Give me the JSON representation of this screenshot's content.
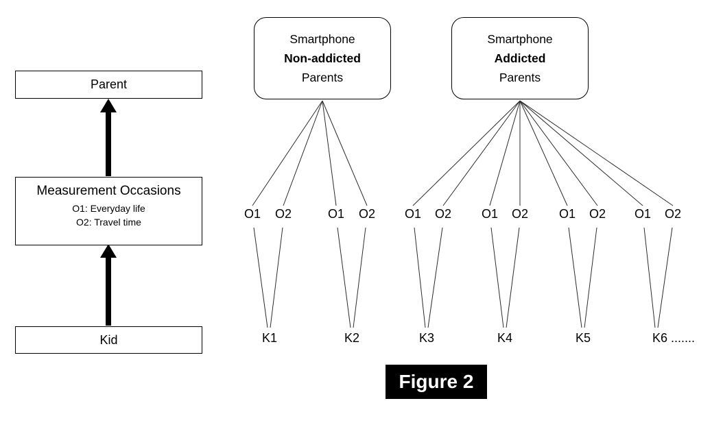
{
  "figure": {
    "caption": "Figure 2"
  },
  "left_panel": {
    "parent_label": "Parent",
    "measurement_title": "Measurement Occasions",
    "measurement_sub1": "O1: Everyday life",
    "measurement_sub2": "O2: Travel time",
    "kid_label": "Kid"
  },
  "group_nonaddicted": {
    "line1": "Smartphone",
    "line2": "Non-addicted",
    "line3": "Parents"
  },
  "group_addicted": {
    "line1": "Smartphone",
    "line2": "Addicted",
    "line3": "Parents"
  },
  "occasions": {
    "o1": "O1",
    "o2": "O2"
  },
  "kids": {
    "k1": "K1",
    "k2": "K2",
    "k3": "K3",
    "k4": "K4",
    "k5": "K5",
    "k6": "K6 ......."
  },
  "colors": {
    "line": "#2b2b2b",
    "arrow": "#000000",
    "caption_bg": "#000000",
    "caption_text": "#ffffff"
  }
}
